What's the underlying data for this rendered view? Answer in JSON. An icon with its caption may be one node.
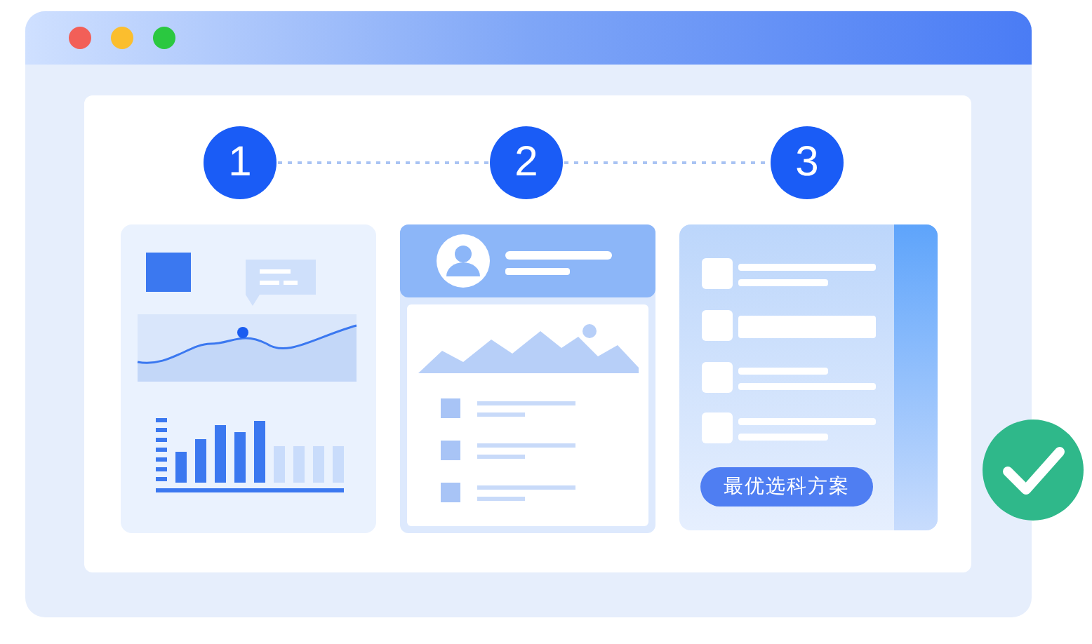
{
  "diagram": {
    "nodes": [
      {
        "text": [
          "1"
        ]
      },
      {
        "text": [
          "2"
        ]
      },
      {
        "text": [
          "3"
        ]
      },
      {
        "text": [
          "最优选科方案"
        ]
      }
    ],
    "edges": [
      {
        "from": 0,
        "to": 1,
        "arrow": "none",
        "style": "dashed"
      },
      {
        "from": 1,
        "to": 2,
        "arrow": "none",
        "style": "dashed"
      }
    ]
  }
}
